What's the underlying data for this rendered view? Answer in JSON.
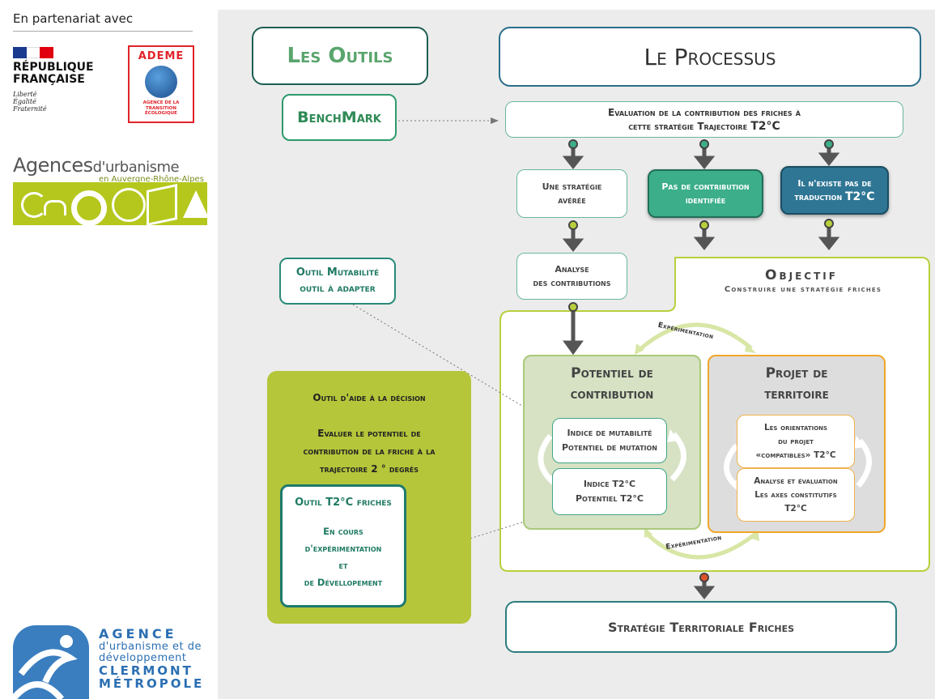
{
  "sidebar": {
    "partner_label": "En partenariat avec",
    "rf_title_line1": "RÉPUBLIQUE",
    "rf_title_line2": "FRANÇAISE",
    "rf_motto_1": "Liberté",
    "rf_motto_2": "Égalité",
    "rf_motto_3": "Fraternité",
    "ademe_name": "ADEME",
    "ademe_sub_1": "AGENCE DE LA",
    "ademe_sub_2": "TRANSITION",
    "ademe_sub_3": "ÉCOLOGIQUE",
    "agences_word_1": "Agences",
    "agences_word_2": "d'urbanisme",
    "agences_region": "en Auvergne-Rhône-Alpes",
    "clermont_agence": "AGENCE",
    "clermont_line2": "d'urbanisme et de",
    "clermont_line3": "développement",
    "clermont_line4": "CLERMONT",
    "clermont_line5": "MÉTROPOLE"
  },
  "diagram": {
    "outils_title": "Les Outils",
    "processus_title": "Le Processus",
    "benchmark": "BenchMark",
    "evaluation_line1": "Evaluation de la contribution des friches à",
    "evaluation_line2": "cette stratégie Trajectoire",
    "evaluation_t2c": "T2°C",
    "strategie_averee_1": "Une stratégie",
    "strategie_averee_2": "avérée",
    "pas_contrib_1": "Pas de contribution",
    "pas_contrib_2": "identifiée",
    "nexiste_1": "Il n'existe pas de",
    "nexiste_2": "traduction",
    "nexiste_t2c": "T2°C",
    "analyse_1": "Analyse",
    "analyse_2": "des contributions",
    "outil_mut_1": "Outil Mutabilité",
    "outil_mut_2": "outil à adapter",
    "objectif_title": "Objectif",
    "objectif_sub": "Construire une stratégie friches",
    "experimentation_top": "Expérimentation",
    "experimentation_bottom": "Expérimentation",
    "potentiel_title_1": "Potentiel de",
    "potentiel_title_2": "contribution",
    "indice_mut_1": "Indice de mutabilité",
    "indice_mut_2": "Potentiel de mutation",
    "indice_t2c_1": "Indice T2°C",
    "indice_t2c_2": "Potentiel T2°C",
    "projet_title_1": "Projet de",
    "projet_title_2": "territoire",
    "orientations_1": "Les orientations",
    "orientations_2": "du projet",
    "orientations_3": "«compatibles» T2°C",
    "analyse_eval_1": "Analyse et évaluation",
    "analyse_eval_2": "Les axes constitutifs",
    "analyse_eval_3": "T2°C",
    "aide_title": "Outil d'aide à la décision",
    "evaluer_1": "Evaluer le potentiel de",
    "evaluer_2": "contribution de la friche à la",
    "evaluer_3": "trajectoire 2 ° degrés",
    "outil_t2c_title": "Outil T2°C friches",
    "outil_t2c_1": "En cours",
    "outil_t2c_2": "d'expérimentation",
    "outil_t2c_3": "et",
    "outil_t2c_4": "de Dévellopement",
    "strategie_final": "Stratégie Territoriale Friches"
  },
  "colors": {
    "panel_bg": "#ececec",
    "teal_dark": "#1d5e55",
    "green_mid": "#3cae8a",
    "blue_dark": "#2f7695",
    "lime": "#b5c63a",
    "orange": "#f0a62a",
    "connector": "#555555",
    "node_lime": "#b9cf3c",
    "node_green": "#3cae8a",
    "node_red": "#e0522a"
  }
}
